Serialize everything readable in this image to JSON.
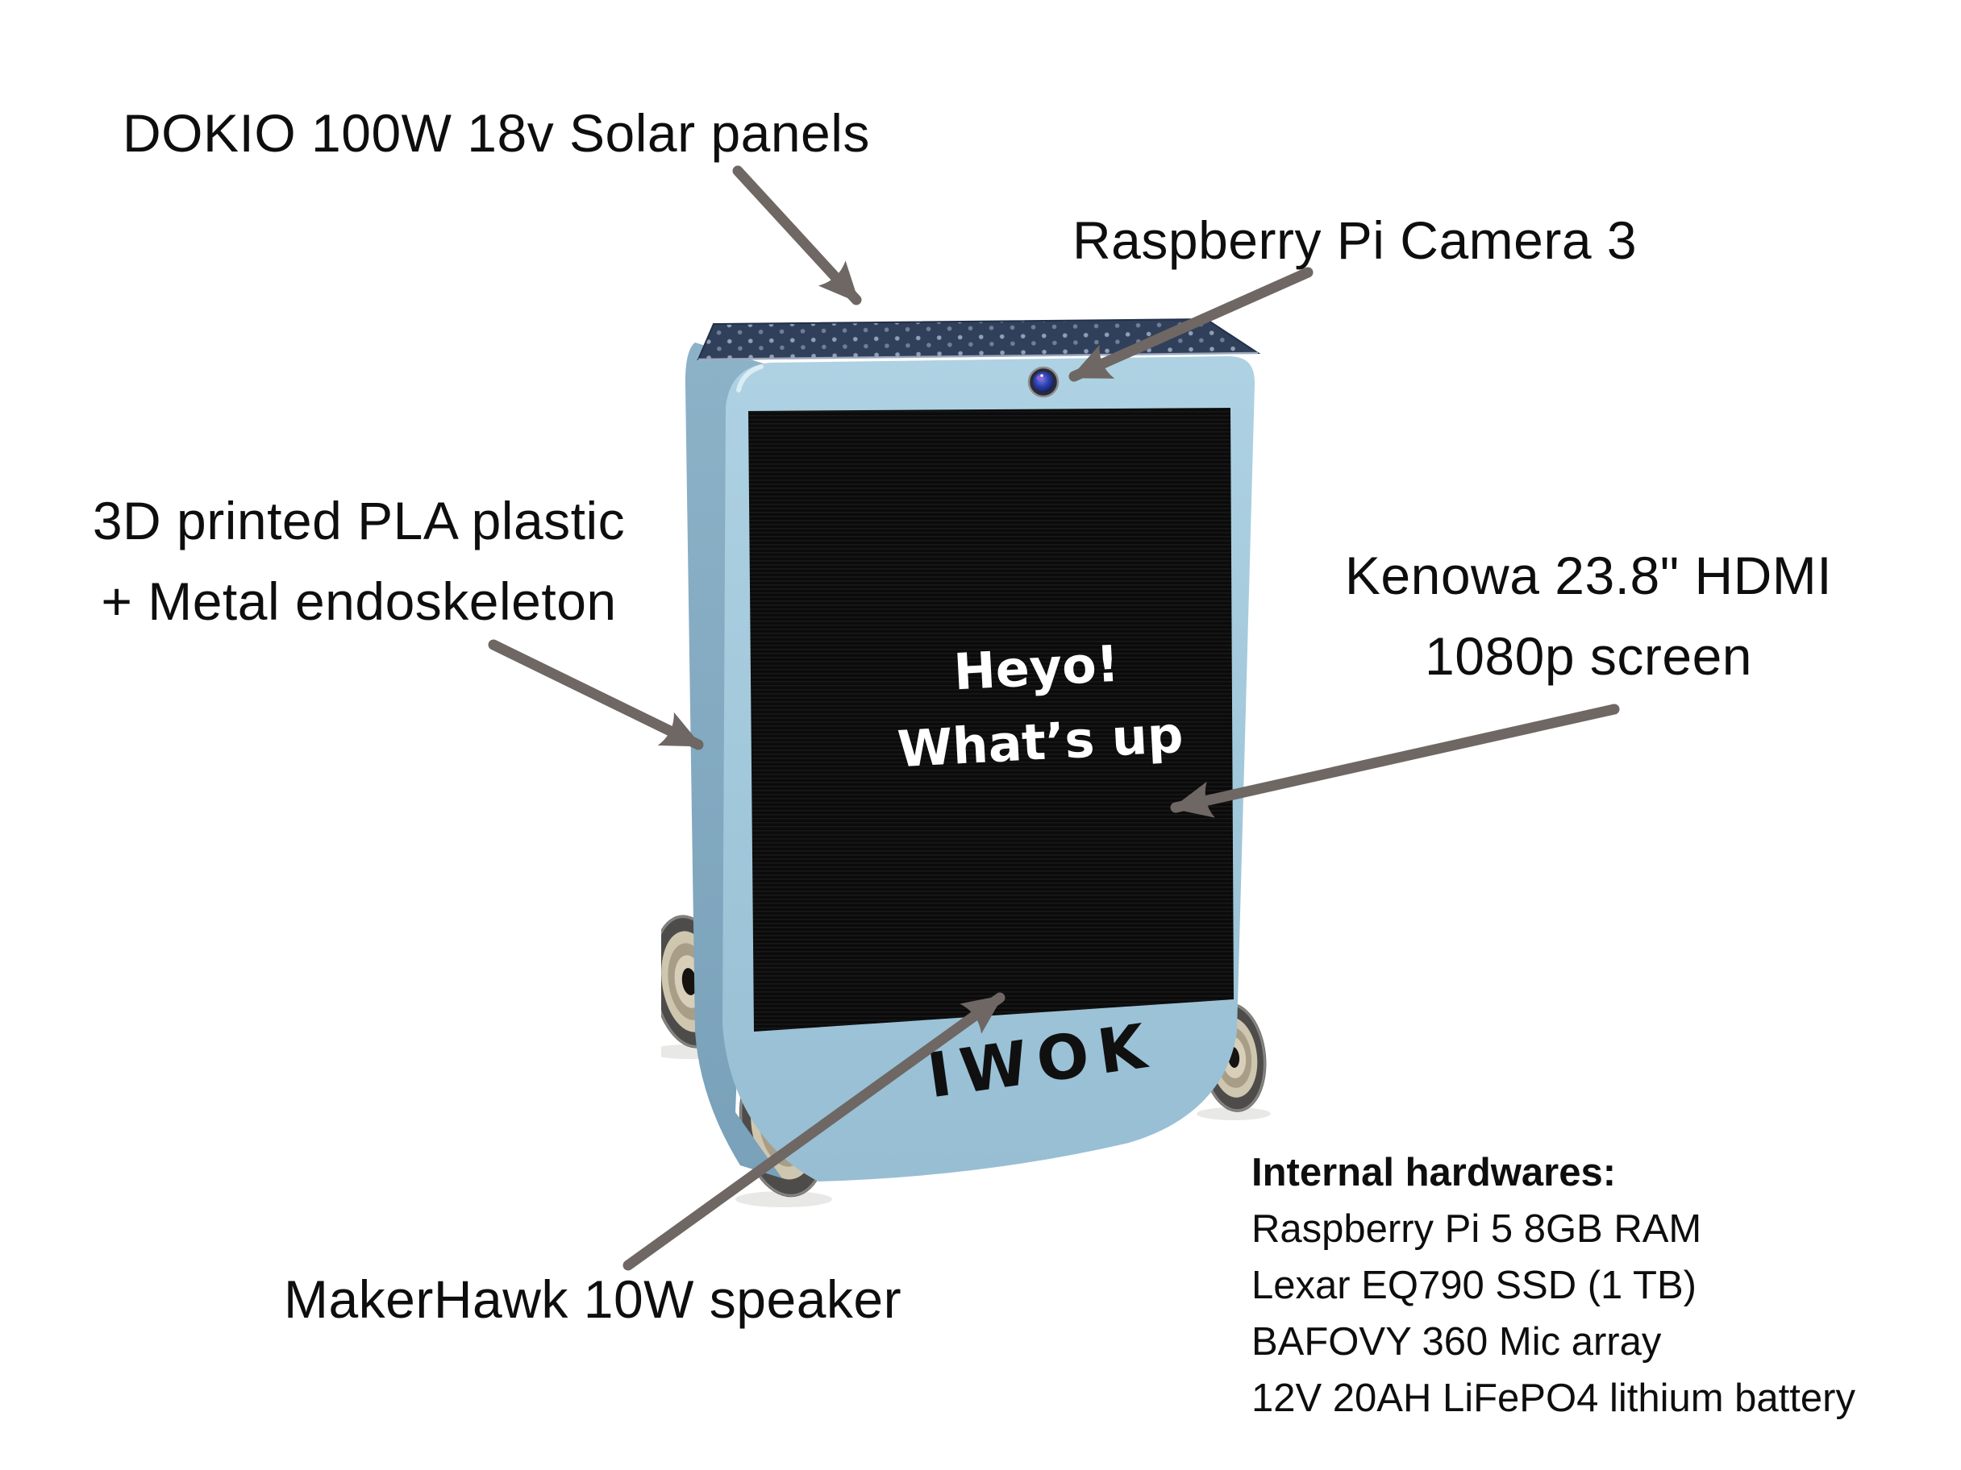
{
  "labels": {
    "solar": "DOKIO 100W 18v Solar panels",
    "camera": "Raspberry Pi Camera 3",
    "body_line1": "3D printed PLA plastic",
    "body_line2": "+ Metal endoskeleton",
    "screen_line1": "Kenowa 23.8\" HDMI",
    "screen_line2": "1080p screen",
    "speaker": "MakerHawk 10W speaker"
  },
  "internal": {
    "title": "Internal hardwares:",
    "items": [
      "Raspberry Pi 5 8GB RAM",
      "Lexar EQ790 SSD (1 TB)",
      "BAFOVY 360 Mic array",
      "12V 20AH LiFePO4 lithium battery"
    ]
  },
  "robot": {
    "brand": "IWOK",
    "screen_line1": "Heyo!",
    "screen_line2": "What’s up"
  },
  "colors": {
    "background": "#ffffff",
    "text": "#0e0e0e",
    "arrow": "#6e6763",
    "body_front": "#a3c9db",
    "body_side": "#84abc2",
    "solar_panel": "#31405a",
    "screen": "#0b0b0b",
    "screen_text": "#ffffff",
    "wheel_tire": "#4e4c4a",
    "wheel_hub": "#cfc6b0",
    "camera_lens_blue": "#2c3fae"
  }
}
